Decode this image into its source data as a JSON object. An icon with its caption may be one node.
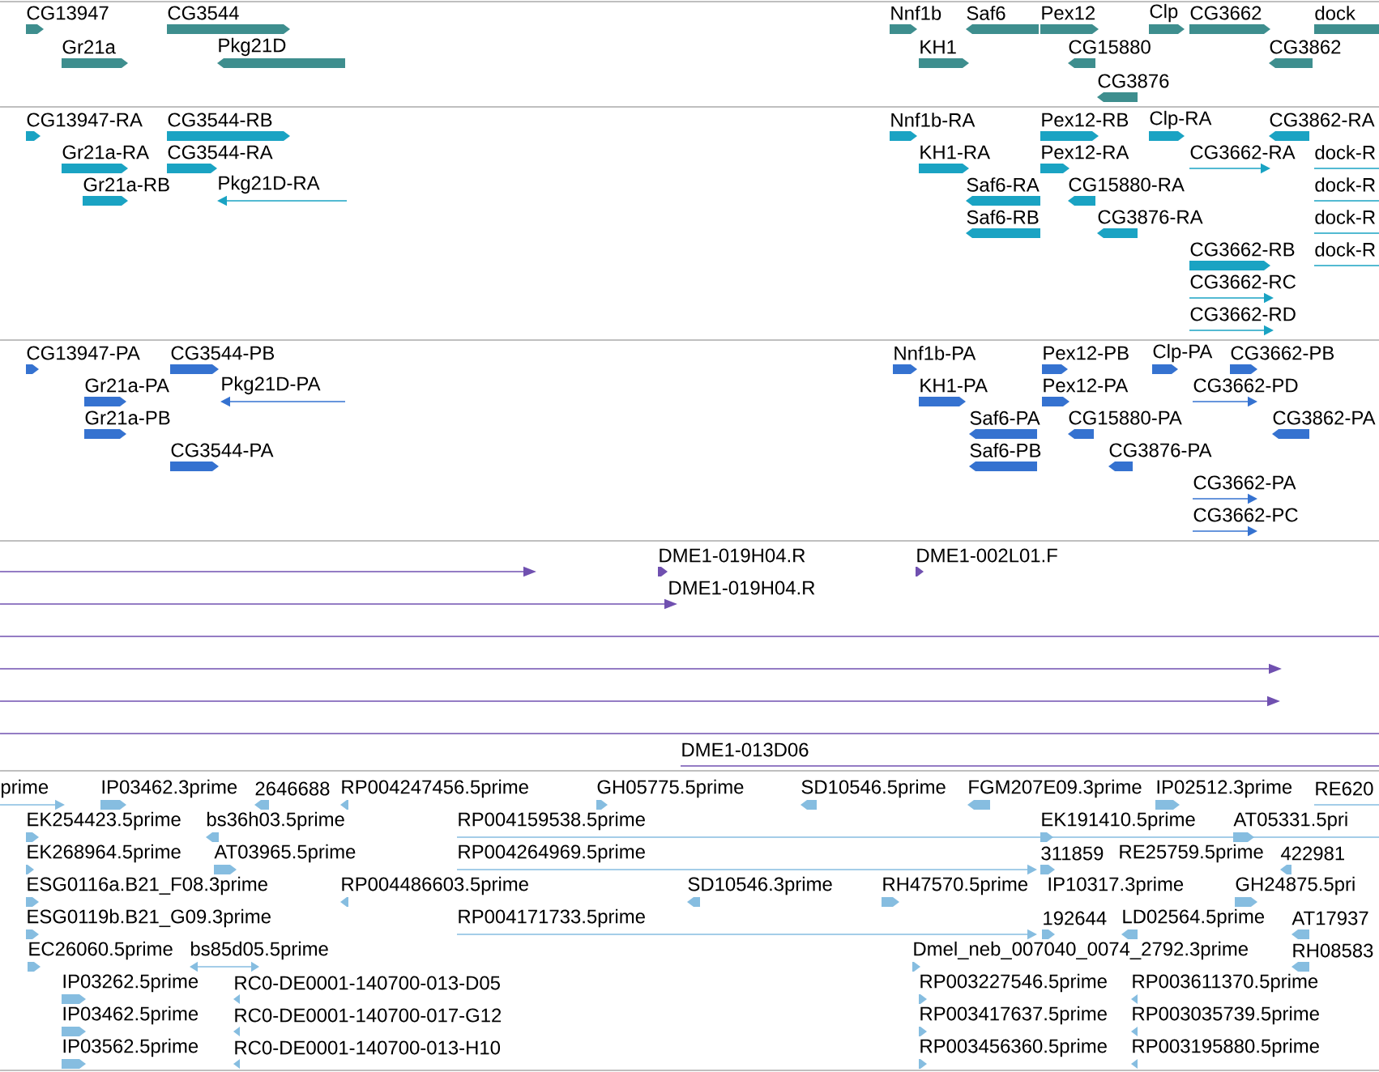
{
  "diagram": {
    "labels": [
      "CG13947",
      "CG3544",
      "Nnf1b",
      "Saf6",
      "Pex12",
      "Clp",
      "CG3662",
      "dock",
      "Gr21a",
      "Pkg21D",
      "KH1",
      "CG15880",
      "CG3862",
      "CG3876",
      "CG13947-RA",
      "CG3544-RB",
      "Nnf1b-RA",
      "Pex12-RB",
      "Clp-RA",
      "CG3862-RA",
      "Gr21a-RA",
      "CG3544-RA",
      "KH1-RA",
      "Pex12-RA",
      "CG3662-RA",
      "dock-R",
      "Gr21a-RB",
      "Pkg21D-RA",
      "Saf6-RA",
      "CG15880-RA",
      "dock-R",
      "Saf6-RB",
      "CG3876-RA",
      "dock-R",
      "CG3662-RB",
      "dock-R",
      "CG3662-RC",
      "CG3662-RD",
      "CG13947-PA",
      "CG3544-PB",
      "Nnf1b-PA",
      "Pex12-PB",
      "Clp-PA",
      "CG3662-PB",
      "Gr21a-PA",
      "Pkg21D-PA",
      "KH1-PA",
      "Pex12-PA",
      "CG3662-PD",
      "Gr21a-PB",
      "Saf6-PA",
      "CG15880-PA",
      "CG3862-PA",
      "CG3544-PA",
      "Saf6-PB",
      "CG3876-PA",
      "CG3662-PA",
      "CG3662-PC",
      "DME1-019H04.R",
      "DME1-002L01.F",
      "DME1-019H04.R",
      "DME1-013D06",
      "prime",
      "IP03462.3prime",
      "2646688",
      "RP004247456.5prime",
      "GH05775.5prime",
      "SD10546.5prime",
      "FGM207E09.3prime",
      "IP02512.3prime",
      "RE620",
      "EK254423.5prime",
      "bs36h03.5prime",
      "RP004159538.5prime",
      "EK191410.5prime",
      "AT05331.5pri",
      "EK268964.5prime",
      "AT03965.5prime",
      "RP004264969.5prime",
      "311859",
      "RE25759.5prime",
      "422981",
      "ESG0116a.B21_F08.3prime",
      "RP004486603.5prime",
      "SD10546.3prime",
      "RH47570.5prime",
      "IP10317.3prime",
      "GH24875.5pri",
      "ESG0119b.B21_G09.3prime",
      "RP004171733.5prime",
      "192644",
      "LD02564.5prime",
      "AT17937",
      "EC26060.5prime",
      "bs85d05.5prime",
      "Dmel_neb_007040_0074_2792.3prime",
      "RH08583",
      "IP03262.5prime",
      "RC0-DE0001-140700-013-D05",
      "RP003227546.5prime",
      "RP003611370.5prime",
      "IP03462.5prime",
      "RC0-DE0001-140700-017-G12",
      "RP003417637.5prime",
      "RP003035739.5prime",
      "IP03562.5prime",
      "RC0-DE0001-140700-013-H10",
      "RP003456360.5prime",
      "RP003195880.5prime"
    ]
  }
}
